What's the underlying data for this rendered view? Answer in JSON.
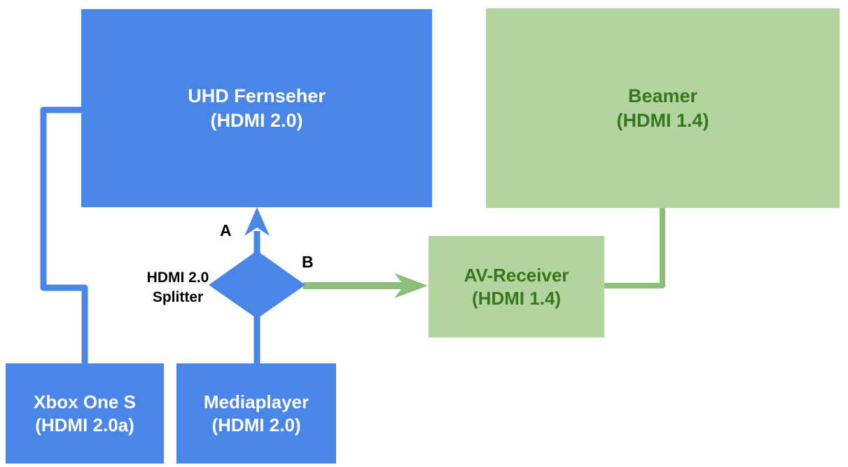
{
  "colors": {
    "node_blue": "#4a86e8",
    "node_green_fill": "#b2d5a0",
    "line_blue": "#4a86e8",
    "line_green": "#8cbf78",
    "text_green": "#38761d",
    "text_white": "#ffffff",
    "text_black": "#000000",
    "background": "#ffffff"
  },
  "nodes": {
    "tv": {
      "title": "UHD Fernseher",
      "subtitle": "(HDMI 2.0)"
    },
    "beamer": {
      "title": "Beamer",
      "subtitle": "(HDMI 1.4)"
    },
    "av_receiver": {
      "title": "AV-Receiver",
      "subtitle": "(HDMI 1.4)"
    },
    "xbox": {
      "title": "Xbox One S",
      "subtitle": "(HDMI 2.0a)"
    },
    "mediaplayer": {
      "title": "Mediaplayer",
      "subtitle": "(HDMI 2.0)"
    },
    "splitter": {
      "line1": "HDMI 2.0",
      "line2": "Splitter"
    }
  },
  "edge_labels": {
    "output_a": "A",
    "output_b": "B"
  },
  "edges": [
    {
      "from": "Xbox One S",
      "to": "UHD Fernseher",
      "style": "blue-line"
    },
    {
      "from": "Mediaplayer",
      "to": "HDMI 2.0 Splitter",
      "style": "blue-line"
    },
    {
      "from": "HDMI 2.0 Splitter",
      "to": "UHD Fernseher",
      "style": "blue-arrow",
      "label": "A"
    },
    {
      "from": "HDMI 2.0 Splitter",
      "to": "AV-Receiver",
      "style": "green-arrow",
      "label": "B"
    },
    {
      "from": "AV-Receiver",
      "to": "Beamer",
      "style": "green-line"
    }
  ]
}
